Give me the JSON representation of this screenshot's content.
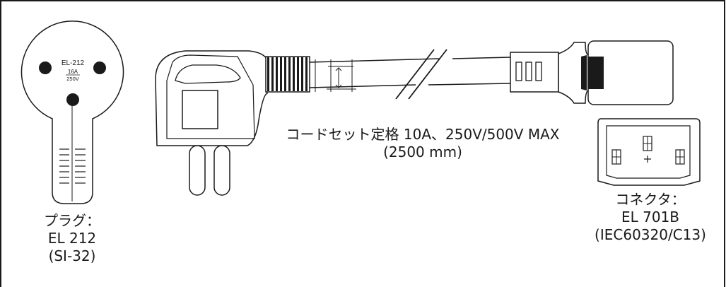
{
  "plug": {
    "markings": {
      "model": "EL-212",
      "current": "16A",
      "voltage": "250V"
    },
    "caption": {
      "line1": "プラグ：",
      "line2": "EL 212",
      "line3": "(SI-32)"
    }
  },
  "cord": {
    "rating_text": "コードセット定格 10A、250V/500V MAX",
    "length_text": "(2500 mm)"
  },
  "connector": {
    "caption": {
      "line1": "コネクタ：",
      "line2": "EL 701B",
      "line3": "(IEC60320/C13)"
    }
  },
  "colors": {
    "line": "#1a1a1a",
    "background": "#ffffff"
  }
}
